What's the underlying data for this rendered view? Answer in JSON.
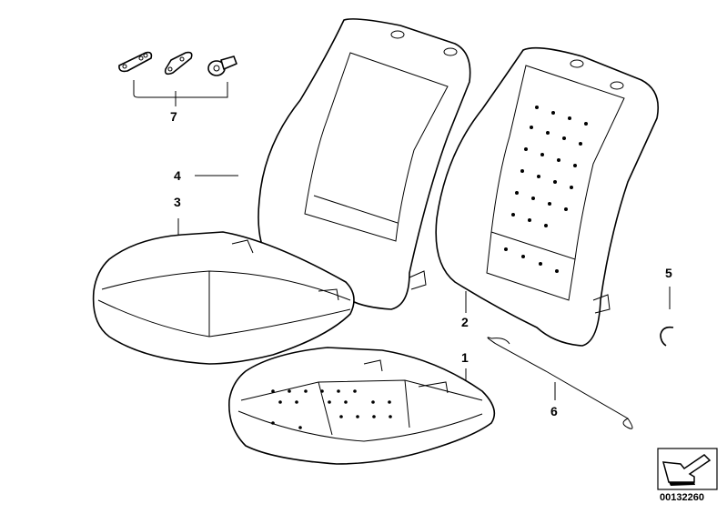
{
  "callouts": {
    "p1": "1",
    "p2": "2",
    "p3": "3",
    "p4": "4",
    "p5": "5",
    "p6": "6",
    "p7": "7"
  },
  "diagram_code": "00132260",
  "icons": [
    "clip-plate-icon",
    "bracket-icon",
    "screw-icon",
    "navigation-arrow-icon"
  ]
}
